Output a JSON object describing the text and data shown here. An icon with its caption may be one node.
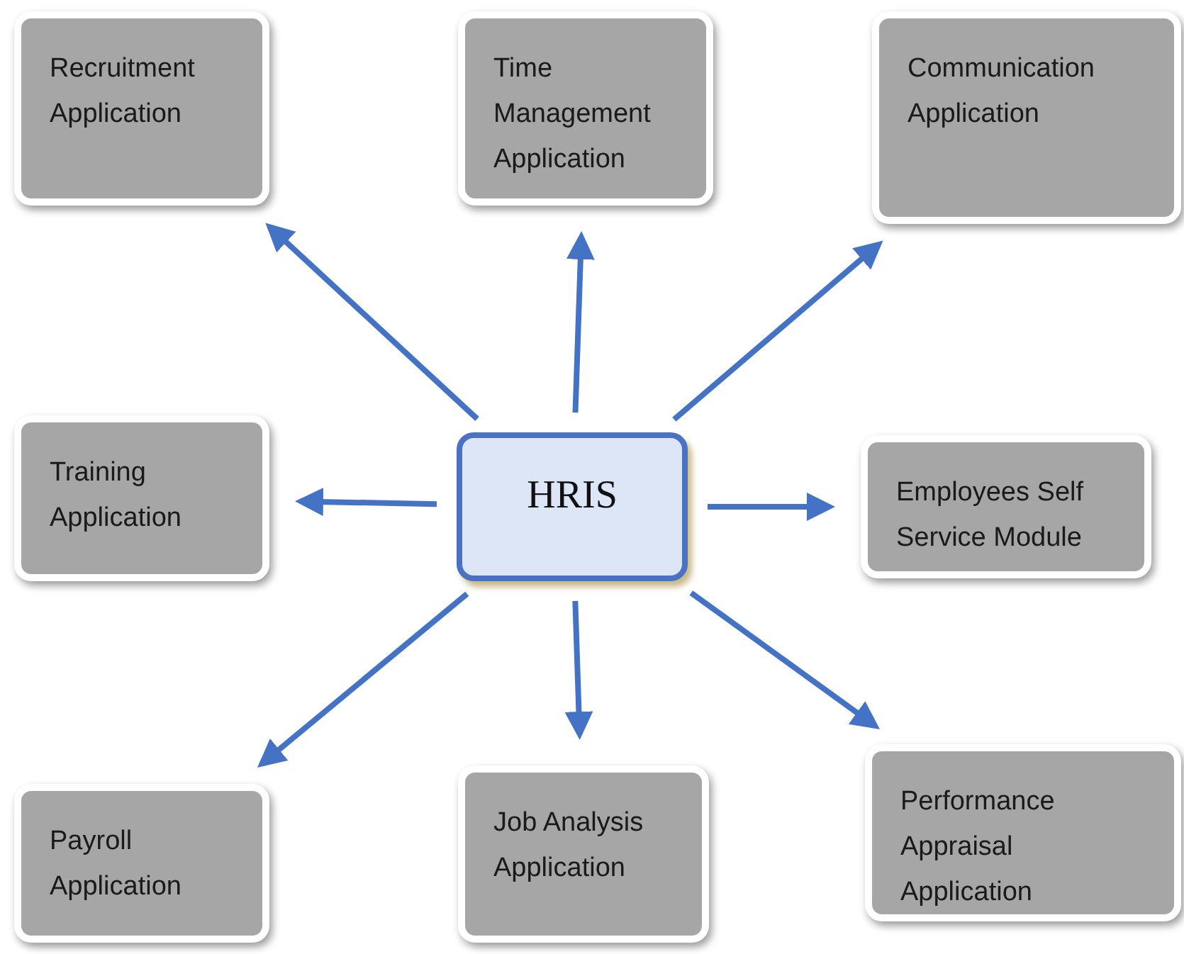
{
  "diagram": {
    "nodes": [
      {
        "text": [
          "Recruitment Application"
        ]
      },
      {
        "text": [
          "Time Management Application"
        ]
      },
      {
        "text": [
          "Communication Application"
        ]
      },
      {
        "text": [
          "Training Application"
        ]
      },
      {
        "text": [
          "HRIS"
        ]
      },
      {
        "text": [
          "Employees Self Service Module"
        ]
      },
      {
        "text": [
          "Payroll Application"
        ]
      },
      {
        "text": [
          "Job Analysis Application"
        ]
      },
      {
        "text": [
          "Performance Appraisal Application"
        ]
      }
    ],
    "edges": [
      {
        "from": 4,
        "to": 0,
        "arrow": "to"
      },
      {
        "from": 4,
        "to": 1,
        "arrow": "to"
      },
      {
        "from": 4,
        "to": 2,
        "arrow": "to"
      },
      {
        "from": 4,
        "to": 3,
        "arrow": "to"
      },
      {
        "from": 4,
        "to": 5,
        "arrow": "to"
      },
      {
        "from": 4,
        "to": 6,
        "arrow": "to"
      },
      {
        "from": 4,
        "to": 7,
        "arrow": "to"
      },
      {
        "from": 4,
        "to": 8,
        "arrow": "to"
      }
    ]
  }
}
